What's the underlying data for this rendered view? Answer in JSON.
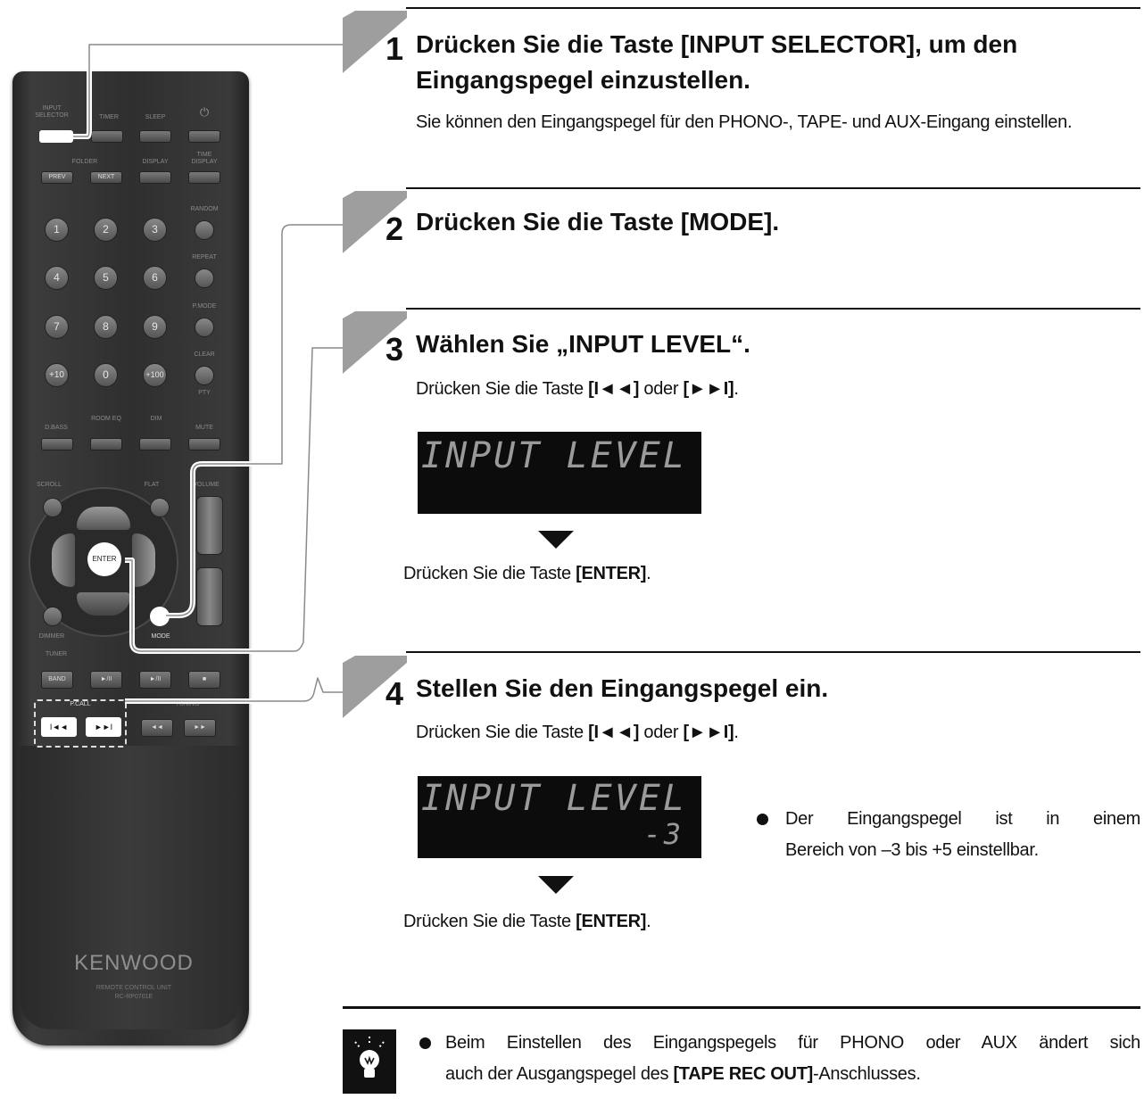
{
  "remote": {
    "brand": "KENWOOD",
    "model_line1": "REMOTE CONTROL UNIT",
    "model_line2": "RC-RP0701E",
    "labels": {
      "input_selector": "INPUT SELECTOR",
      "timer": "TIMER",
      "sleep": "SLEEP",
      "folder": "FOLDER",
      "display": "DISPLAY",
      "time_display": "TIME DISPLAY",
      "prev": "PREV",
      "next": "NEXT",
      "random": "RANDOM",
      "repeat": "REPEAT",
      "p_mode": "P.MODE",
      "clear": "CLEAR",
      "pty": "PTY",
      "d_bass": "D.BASS",
      "room_eq": "ROOM EQ",
      "dim": "DIM",
      "mute": "MUTE",
      "scroll": "SCROLL",
      "flat": "FLAT",
      "volume": "VOLUME",
      "enter": "ENTER",
      "dimmer": "DIMMER",
      "mode": "MODE",
      "tuner": "TUNER",
      "band": "BAND",
      "p_call": "P.CALL",
      "tuning": "TUNING"
    },
    "numbers": [
      "1",
      "2",
      "3",
      "4",
      "5",
      "6",
      "7",
      "8",
      "9",
      "+10",
      "0",
      "+100"
    ]
  },
  "steps": [
    {
      "number": "1",
      "heading_line1": "Drücken Sie die Taste [INPUT SELECTOR], um den",
      "heading_line2": "Eingangspegel einzustellen.",
      "text": "Sie können den Eingangspegel für den PHONO-, TAPE- und AUX-Eingang einstellen."
    },
    {
      "number": "2",
      "heading_line1": "Drücken Sie die Taste [MODE]."
    },
    {
      "number": "3",
      "heading_line1": "Wählen Sie „INPUT LEVEL“.",
      "text_prefix": "Drücken Sie die Taste ",
      "key1": "[I◄◄]",
      "text_mid": " oder ",
      "key2": "[►►I]",
      "text_suffix": ".",
      "lcd_line1": "INPUT LEVEL",
      "enter_prefix": "Drücken Sie die Taste ",
      "enter_key": "[ENTER]",
      "enter_suffix": "."
    },
    {
      "number": "4",
      "heading_line1": "Stellen Sie den Eingangspegel ein.",
      "text_prefix": "Drücken Sie die Taste ",
      "key1": "[I◄◄]",
      "text_mid": " oder ",
      "key2": "[►►I]",
      "text_suffix": ".",
      "lcd_line1": "INPUT LEVEL",
      "lcd_line2": "-3",
      "bullet_line1": "Der Eingangspegel ist in einem",
      "bullet_line2": "Bereich von –3 bis +5 einstellbar.",
      "enter_prefix": "Drücken Sie die Taste ",
      "enter_key": "[ENTER]",
      "enter_suffix": "."
    }
  ],
  "tip": {
    "line1": "Beim Einstellen des Eingangspegels für PHONO oder AUX ändert sich",
    "line2_prefix": "auch der Ausgangspegel des ",
    "line2_key": "[TAPE REC OUT]",
    "line2_suffix": "-Anschlusses."
  }
}
